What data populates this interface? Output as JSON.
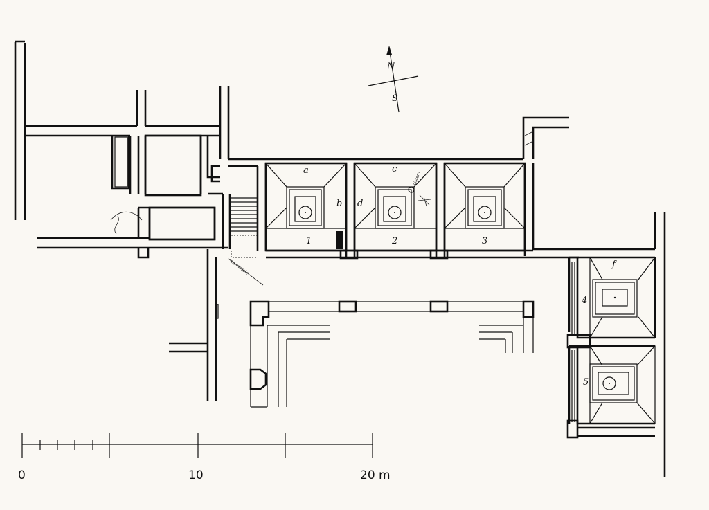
{
  "plan": {
    "room_numbers": [
      "1",
      "2",
      "3",
      "4",
      "5"
    ],
    "letters": {
      "a": "a",
      "b": "b",
      "c": "c",
      "d": "d",
      "f": "f"
    },
    "compass_letters": {
      "north": "N",
      "south": "S"
    },
    "annotations": {
      "small_note_1": "cistern",
      "small_note_2": "n.t.mosaic"
    }
  },
  "scale": {
    "labels": [
      "0",
      "10",
      "20 m"
    ]
  },
  "colors": {
    "ink": "#111111",
    "paper": "#faf8f3"
  }
}
